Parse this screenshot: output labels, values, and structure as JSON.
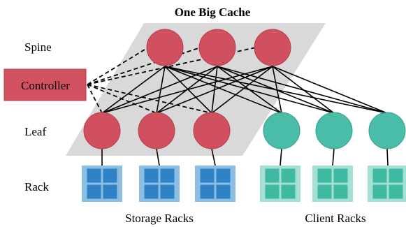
{
  "title": "One Big Cache",
  "tier_labels": {
    "spine": "Spine",
    "leaf": "Leaf",
    "rack": "Rack"
  },
  "controller": {
    "label": "Controller"
  },
  "group_labels": {
    "storage": "Storage Racks",
    "client": "Client Racks"
  },
  "colors": {
    "storage_node": "#d1505f",
    "client_node": "#49bda8",
    "controller_fill": "#d2525f",
    "cache_plane": "#d9d9d9",
    "storage_rack_frame": "#8cbde3",
    "storage_rack_cell": "#2e82c5",
    "client_rack_frame": "#a5e0d6",
    "client_rack_cell": "#40b9a2"
  },
  "spine_nodes": [
    {
      "id": "spine-1"
    },
    {
      "id": "spine-2"
    },
    {
      "id": "spine-3"
    }
  ],
  "leaf_nodes": [
    {
      "id": "leaf-1",
      "group": "storage"
    },
    {
      "id": "leaf-2",
      "group": "storage"
    },
    {
      "id": "leaf-3",
      "group": "storage"
    },
    {
      "id": "leaf-4",
      "group": "client"
    },
    {
      "id": "leaf-5",
      "group": "client"
    },
    {
      "id": "leaf-6",
      "group": "client"
    }
  ],
  "racks": [
    {
      "id": "rack-1",
      "group": "storage"
    },
    {
      "id": "rack-2",
      "group": "storage"
    },
    {
      "id": "rack-3",
      "group": "storage"
    },
    {
      "id": "rack-4",
      "group": "client"
    },
    {
      "id": "rack-5",
      "group": "client"
    },
    {
      "id": "rack-6",
      "group": "client"
    }
  ],
  "controller_links": [
    "spine-1",
    "spine-2",
    "spine-3",
    "leaf-1",
    "leaf-2",
    "leaf-3"
  ]
}
